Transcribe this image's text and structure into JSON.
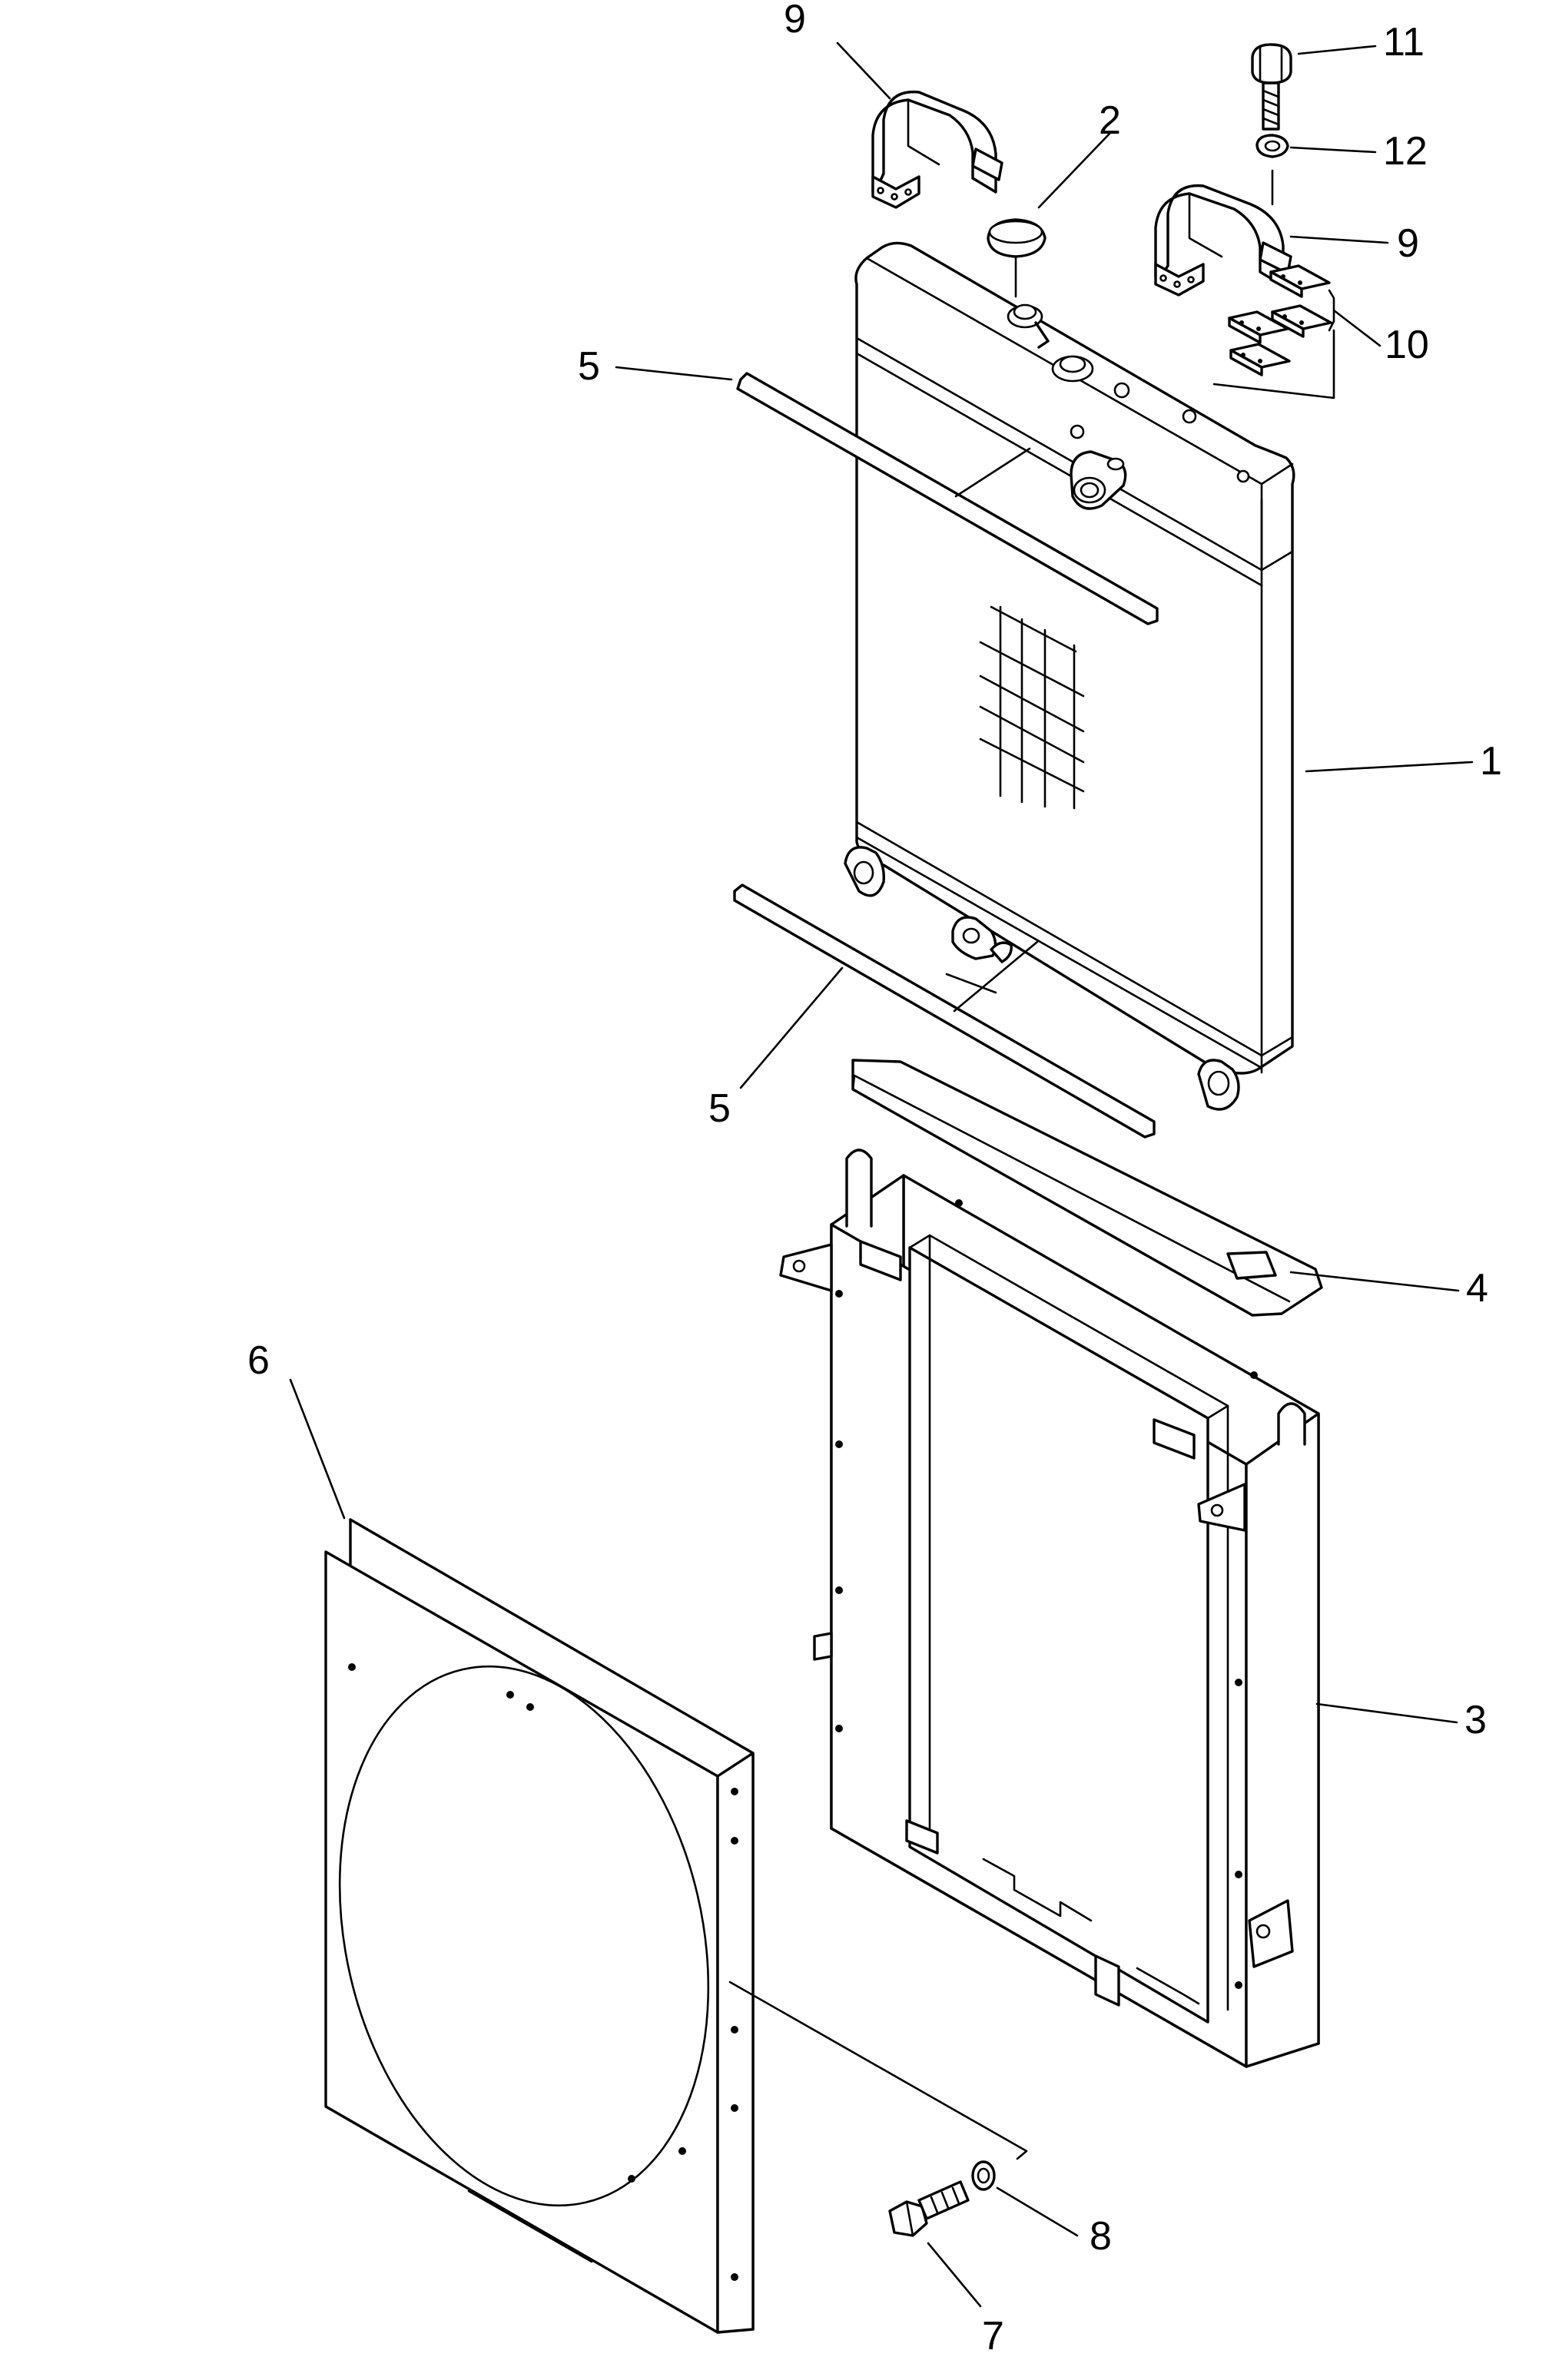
{
  "callouts": {
    "c1": "1",
    "c2": "2",
    "c3": "3",
    "c4": "4",
    "c5_upper": "5",
    "c5_lower": "5",
    "c6": "6",
    "c7": "7",
    "c8": "8",
    "c9_left": "9",
    "c9_right": "9",
    "c10": "10",
    "c11": "11",
    "c12": "12"
  },
  "colors": {
    "line": "#000000",
    "paper": "#ffffff"
  }
}
